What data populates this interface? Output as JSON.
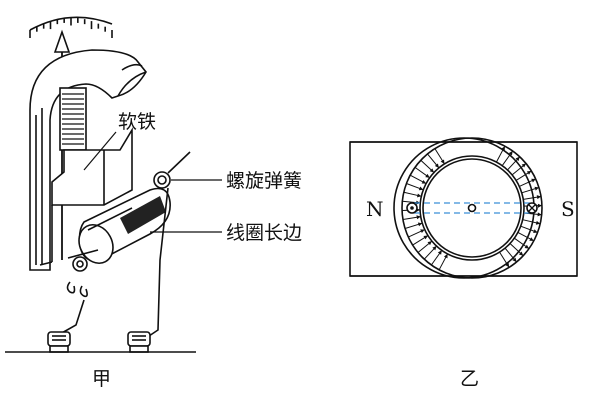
{
  "labels": {
    "soft_iron": "软铁",
    "spiral_spring": "螺旋弹簧",
    "coil_long_side": "线圈长边"
  },
  "captions": {
    "left": "甲",
    "right": "乙"
  },
  "poles": {
    "north": "N",
    "south": "S"
  },
  "colors": {
    "line": "#111111",
    "dashed_axis": "#3a8fd6"
  }
}
